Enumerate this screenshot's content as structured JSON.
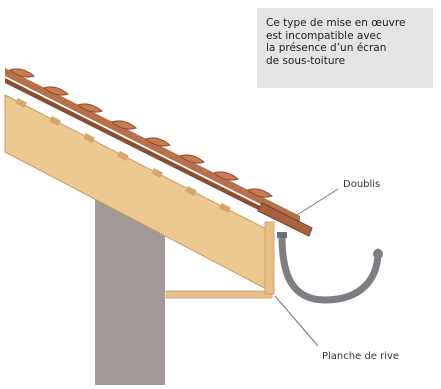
{
  "note": {
    "lines": [
      "Ce type de mise en œuvre",
      "est incompatible avec",
      "la présence d’un écran",
      "de sous-toiture"
    ]
  },
  "labels": {
    "doublis": "Doublis",
    "planche_de_rive": "Planche de rive"
  },
  "colors": {
    "wall": "#a19a97",
    "rafter": "#e8c38a",
    "rafter_edge": "#c99a5b",
    "tile": "#b8704a",
    "tile_dark": "#8a4d2f",
    "gutter": "#7d7e84",
    "note_bg": "#e4e4e4"
  }
}
